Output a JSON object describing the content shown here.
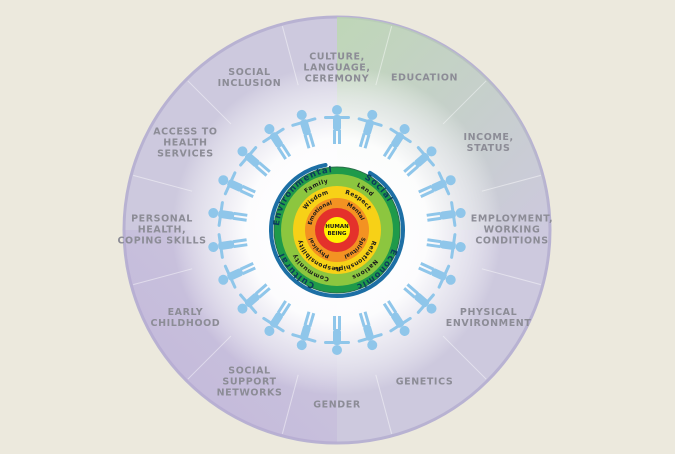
{
  "colors": {
    "background": "#ece9dd",
    "outer_ring": "#cdc9de",
    "outer_ring_edge": "#b8b2d2",
    "green_tint": "#b9dca8",
    "purple_tint": "#b8a6d6",
    "label_text": "#8c8c96",
    "people": "#8fc6ea",
    "core_ring_1": "#1f9a4a",
    "core_ring_2": "#8cc63f",
    "core_ring_3": "#f7d117",
    "core_ring_4": "#f39222",
    "core_ring_5": "#e4312b",
    "core_center": "#fff200",
    "arc": "#1d6fa5"
  },
  "determinants": [
    {
      "lines": [
        "CULTURE,",
        "LANGUAGE,",
        "CEREMONY"
      ]
    },
    {
      "lines": [
        "EDUCATION"
      ]
    },
    {
      "lines": [
        "INCOME,",
        "STATUS"
      ]
    },
    {
      "lines": [
        "EMPLOYMENT,",
        "WORKING",
        "CONDITIONS"
      ]
    },
    {
      "lines": [
        "PHYSICAL",
        "ENVIRONMENT"
      ]
    },
    {
      "lines": [
        "GENETICS"
      ]
    },
    {
      "lines": [
        "GENDER"
      ]
    },
    {
      "lines": [
        "SOCIAL",
        "SUPPORT",
        "NETWORKS"
      ]
    },
    {
      "lines": [
        "EARLY",
        "CHILDHOOD"
      ]
    },
    {
      "lines": [
        "PERSONAL",
        "HEALTH,",
        "COPING SKILLS"
      ]
    },
    {
      "lines": [
        "ACCESS TO",
        "HEALTH",
        "SERVICES"
      ]
    },
    {
      "lines": [
        "SOCIAL",
        "INCLUSION"
      ]
    }
  ],
  "core": {
    "center": "HUMAN BEING",
    "inner_words": [
      "Emotional",
      "Mental",
      "Spiritual",
      "Physical"
    ],
    "middle_words": [
      "Wisdom",
      "Respect",
      "Relationships",
      "Responsibility"
    ],
    "outer_words": [
      "Family",
      "Land",
      "Nations",
      "Community"
    ],
    "quadrants": [
      "Environmental",
      "Social",
      "Economic",
      "Cultural"
    ]
  }
}
